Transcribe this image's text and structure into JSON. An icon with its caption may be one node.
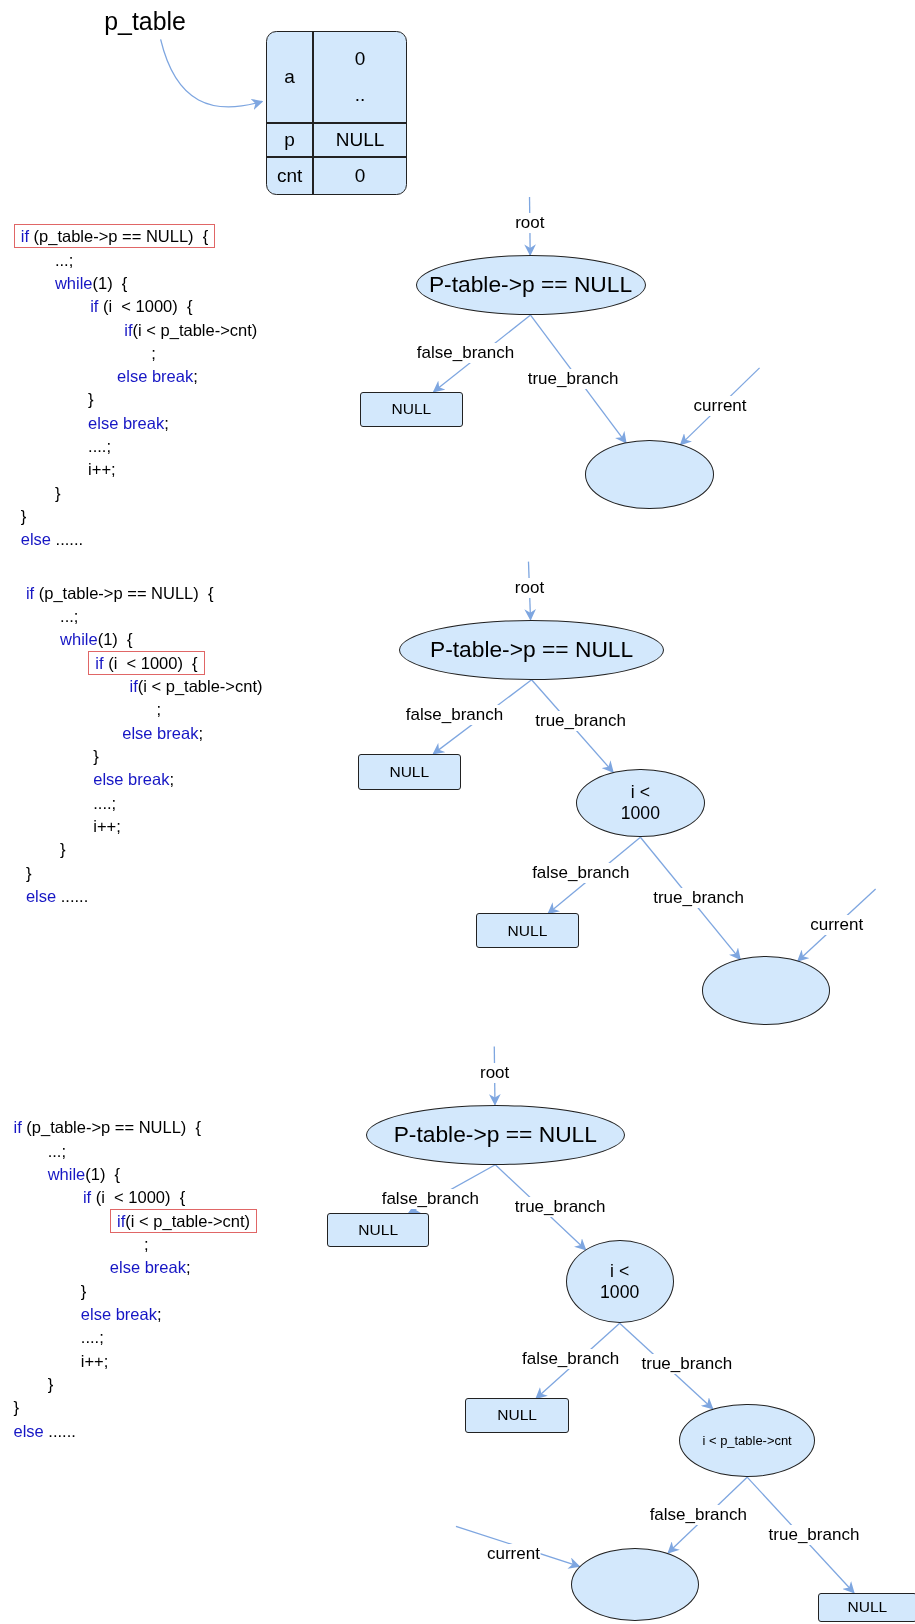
{
  "diagram": {
    "nodes": [
      {
        "text": [
          "p_table"
        ]
      },
      {
        "text": [
          "a",
          "0 ..",
          "p",
          "NULL",
          "cnt",
          "0"
        ]
      },
      {
        "text": [
          "P-table->p == NULL"
        ]
      },
      {
        "text": [
          "NULL"
        ]
      },
      {
        "text": [],
        "shape": "ellipse"
      },
      {
        "text": [
          "P-table->p == NULL"
        ]
      },
      {
        "text": [
          "NULL"
        ]
      },
      {
        "text": [
          "i < 1000"
        ]
      },
      {
        "text": [
          "NULL"
        ]
      },
      {
        "text": [],
        "shape": "ellipse"
      },
      {
        "text": [
          "P-table->p == NULL"
        ]
      },
      {
        "text": [
          "NULL"
        ]
      },
      {
        "text": [
          "i < 1000"
        ]
      },
      {
        "text": [
          "NULL"
        ]
      },
      {
        "text": [
          "i < p_table->cnt"
        ]
      },
      {
        "text": [],
        "shape": "ellipse"
      },
      {
        "text": [
          "NULL"
        ]
      }
    ],
    "edges": [
      {
        "from": 0,
        "to": 1,
        "arrow": "to"
      },
      {
        "from": null,
        "to": 2,
        "arrow": "to",
        "label": "root"
      },
      {
        "from": 2,
        "to": 3,
        "arrow": "to",
        "label": "false_branch"
      },
      {
        "from": 2,
        "to": 4,
        "arrow": "to",
        "label": "true_branch"
      },
      {
        "from": null,
        "to": 4,
        "arrow": "to",
        "label": "current"
      },
      {
        "from": null,
        "to": 5,
        "arrow": "to",
        "label": "root"
      },
      {
        "from": 5,
        "to": 6,
        "arrow": "to",
        "label": "false_branch"
      },
      {
        "from": 5,
        "to": 7,
        "arrow": "to",
        "label": "true_branch"
      },
      {
        "from": 7,
        "to": 8,
        "arrow": "to",
        "label": "false_branch"
      },
      {
        "from": 7,
        "to": 9,
        "arrow": "to",
        "label": "true_branch"
      },
      {
        "from": null,
        "to": 9,
        "arrow": "to",
        "label": "current"
      },
      {
        "from": null,
        "to": 10,
        "arrow": "to",
        "label": "root"
      },
      {
        "from": 10,
        "to": 11,
        "arrow": "to",
        "label": "false_branch"
      },
      {
        "from": 10,
        "to": 12,
        "arrow": "to",
        "label": "true_branch"
      },
      {
        "from": 12,
        "to": 13,
        "arrow": "to",
        "label": "false_branch"
      },
      {
        "from": 12,
        "to": 14,
        "arrow": "to",
        "label": "true_branch"
      },
      {
        "from": 14,
        "to": 15,
        "arrow": "to",
        "label": "false_branch"
      },
      {
        "from": 14,
        "to": 16,
        "arrow": "to",
        "label": "true_branch"
      },
      {
        "from": null,
        "to": 15,
        "arrow": "to",
        "label": "current"
      }
    ],
    "labels": [
      "if (p_table->p == NULL)  {",
      "...;",
      "while(1)  {",
      "if (i  < 1000)  {",
      "if(i < p_table->cnt)",
      ";",
      "else break;",
      "}",
      "else break;",
      "....;",
      "i++;",
      "}",
      "}",
      "else ......",
      "if (p_table->p == NULL)  {",
      "...;",
      "while(1)  {",
      "if (i  < 1000)  {",
      "if(i < p_table->cnt)",
      ";",
      "else break;",
      "}",
      "else break;",
      "....;",
      "i++;",
      "}",
      "}",
      "else ......",
      "if (p_table->p == NULL)  {",
      "...;",
      "while(1)  {",
      "if (i  < 1000)  {",
      "if(i < p_table->cnt)",
      ";",
      "else break;",
      "}",
      "else break;",
      "....;",
      "i++;",
      "}",
      "}",
      "else ......"
    ]
  }
}
